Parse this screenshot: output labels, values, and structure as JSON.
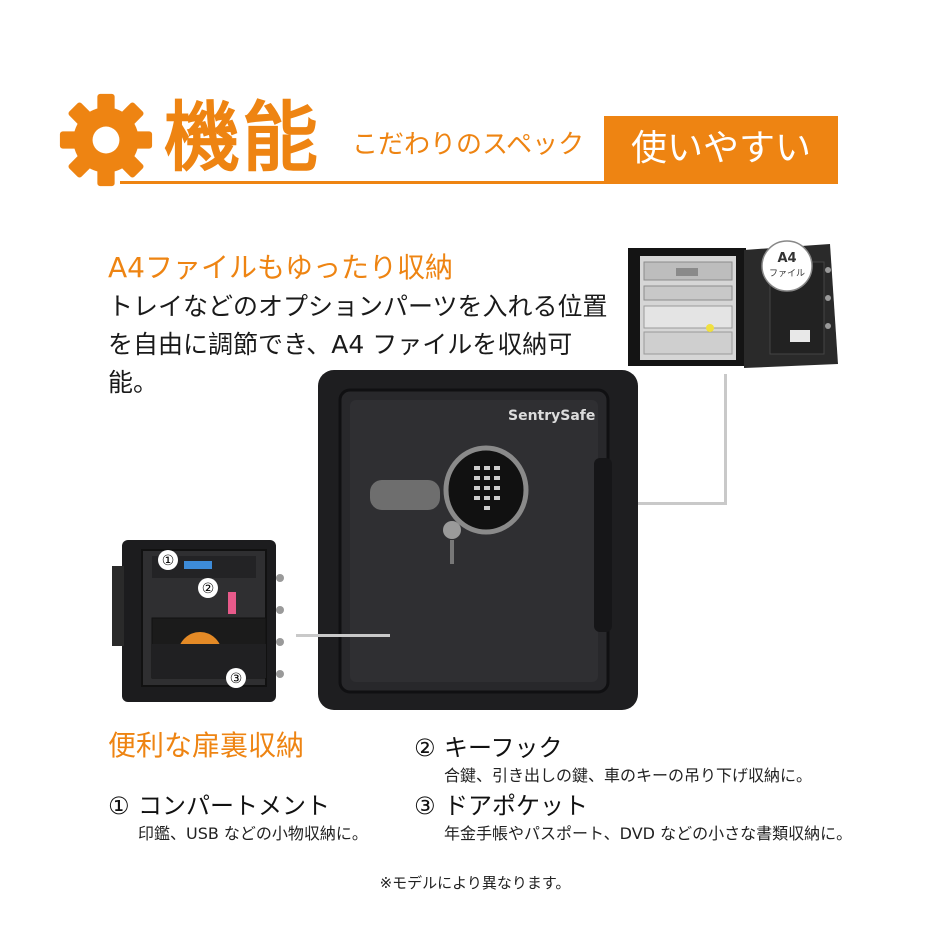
{
  "header": {
    "title": "機能",
    "subtitle": "こだわりのスペック",
    "tag": "使いやすい"
  },
  "section1": {
    "heading": "A4ファイルもゆったり収納",
    "body_line1": "トレイなどのオプションパーツを入れる位置",
    "body_line2": "を自由に調節でき、A4 ファイルを収納可能。"
  },
  "main_image": {
    "brand": "SentrySafe"
  },
  "open_image": {
    "badge_line1": "A4",
    "badge_line2": "ファイル"
  },
  "door_image": {
    "marker1": "①",
    "marker2": "②",
    "marker3": "③"
  },
  "section2": {
    "heading": "便利な扉裏収納",
    "items": [
      {
        "num": "①",
        "title": "コンパートメント",
        "desc": "印鑑、USB などの小物収納に。"
      },
      {
        "num": "②",
        "title": "キーフック",
        "desc": "合鍵、引き出しの鍵、車のキーの吊り下げ収納に。"
      },
      {
        "num": "③",
        "title": "ドアポケット",
        "desc": "年金手帳やパスポート、DVD などの小さな書類収納に。"
      }
    ]
  },
  "note": "※モデルにより異なります。",
  "colors": {
    "accent": "#ee8412",
    "safe_body": "#1e1e20"
  }
}
